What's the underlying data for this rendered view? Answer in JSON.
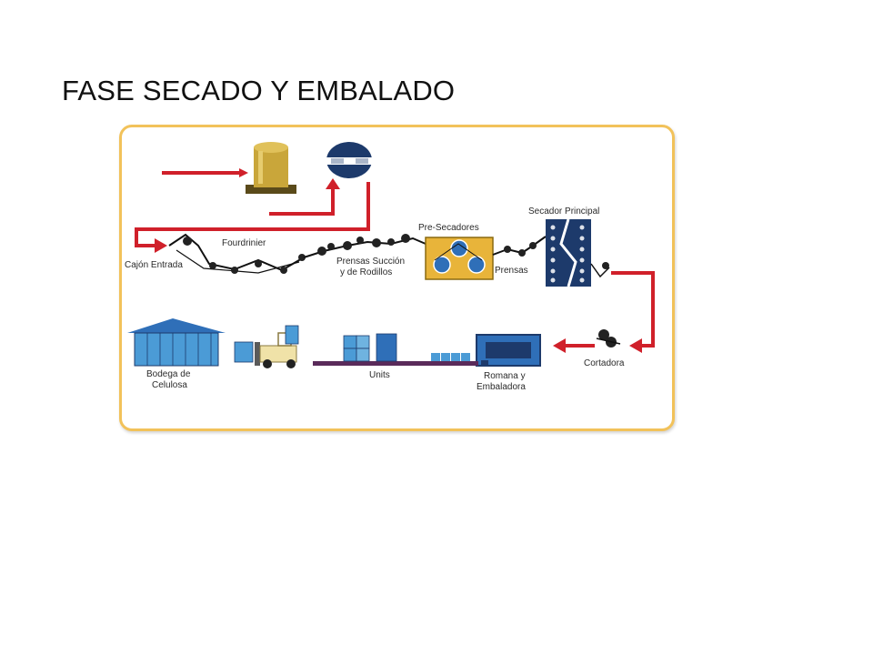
{
  "slide": {
    "title": "FASE SECADO Y EMBALADO"
  },
  "diagram": {
    "labels": {
      "cajon_entrada": "Cajón Entrada",
      "fourdrinier": "Fourdrinier",
      "prensas_succion_1": "Prensas Succión",
      "prensas_succion_2": "y de Rodillos",
      "pre_secadores": "Pre-Secadores",
      "prensas": "Prensas",
      "secador_principal": "Secador Principal",
      "cortadora": "Cortadora",
      "romana_1": "Romana y",
      "romana_2": "Embaladora",
      "units": "Units",
      "bodega_1": "Bodega de",
      "bodega_2": "Celulosa"
    },
    "colors": {
      "arrow": "#d0202a",
      "frame": "#f2c25a",
      "blue": "#2f6fb8",
      "navy": "#1d3a6b",
      "tank": "#c9a63a",
      "press_box": "#e8b43a"
    }
  }
}
